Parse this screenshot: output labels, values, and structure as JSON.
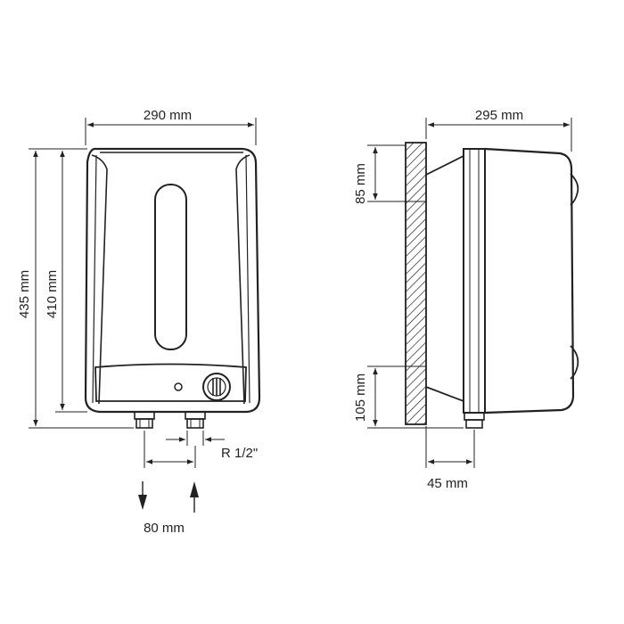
{
  "diagram": {
    "front_view": {
      "width_label": "290 mm",
      "total_height_label": "435 mm",
      "body_height_label": "410 mm",
      "thread_label": "R 1/2\"",
      "pipe_spacing_label": "80 mm"
    },
    "side_view": {
      "depth_label": "295 mm",
      "top_offset_label": "85 mm",
      "bottom_offset_label": "105 mm",
      "pipe_offset_label": "45 mm"
    },
    "colors": {
      "stroke": "#222222",
      "background": "#ffffff"
    }
  }
}
